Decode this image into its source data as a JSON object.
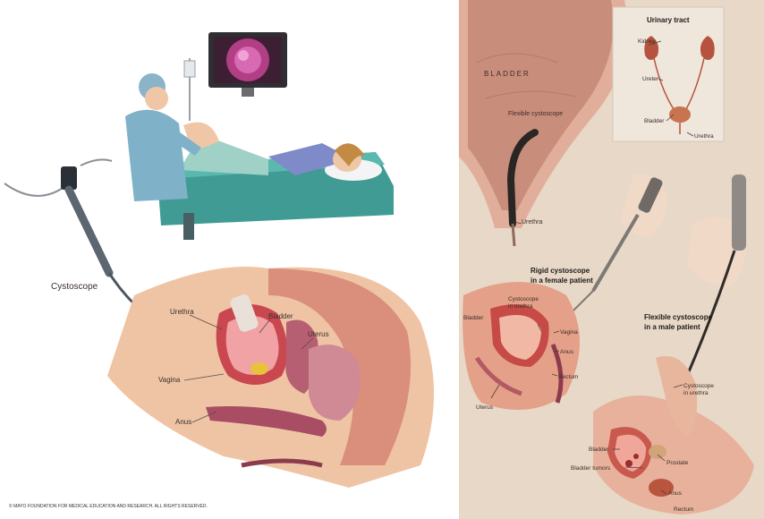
{
  "left_panel": {
    "labels": {
      "cystoscope": "Cystoscope",
      "urethra": "Urethra",
      "bladder": "Bladder",
      "uterus": "Uterus",
      "vagina": "Vagina",
      "anus": "Anus"
    },
    "copyright": "© MAYO FOUNDATION FOR MEDICAL EDUCATION AND RESEARCH. ALL RIGHTS RESERVED."
  },
  "right_panel": {
    "inset_title": "Urinary tract",
    "inset_labels": {
      "kidney": "Kidney",
      "ureter": "Ureter",
      "bladder": "Bladder",
      "urethra": "Urethra"
    },
    "bladder_text": "BLADDER",
    "flexible_cystoscope": "Flexible cystoscope",
    "urethra": "Urethra",
    "rigid_title_1": "Rigid cystoscope",
    "rigid_title_2": "in a female patient",
    "female_labels": {
      "cystoscope_1": "Cystoscope",
      "cystoscope_2": "in urethra",
      "bladder": "Bladder",
      "vagina": "Vagina",
      "anus": "Anus",
      "rectum": "Rectum",
      "uterus": "Uterus"
    },
    "flex_title_1": "Flexible cystoscope",
    "flex_title_2": "in a male patient",
    "male_labels": {
      "cystoscope_1": "Cystoscope",
      "cystoscope_2": "in urethra",
      "bladder": "Bladder",
      "prostate": "Prostate",
      "bladder_tumors": "Bladder tumors",
      "anus": "Anus",
      "rectum": "Rectum"
    }
  }
}
